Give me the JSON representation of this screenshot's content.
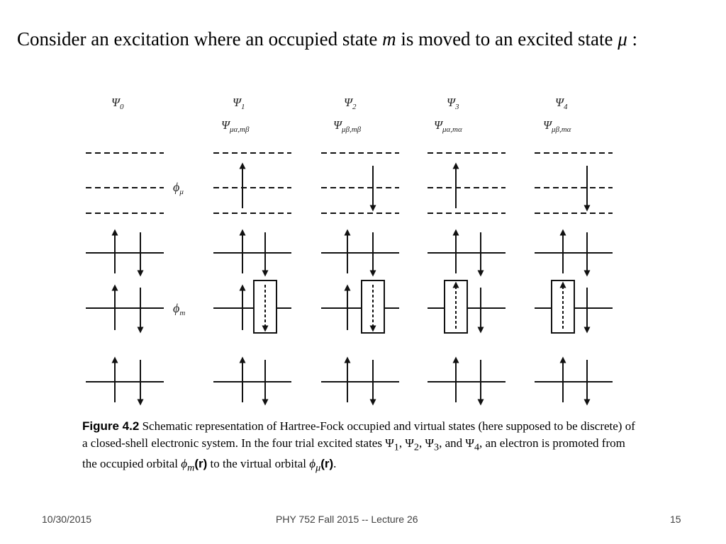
{
  "slide": {
    "title_pre": "Consider an excitation where an occupied state ",
    "title_m": "m",
    "title_mid": " is moved to an excited state ",
    "title_mu": "μ",
    "title_post": " :"
  },
  "figure": {
    "columns": [
      {
        "psi": "Ψ",
        "psi_sub": "0",
        "spin_label": "",
        "spin_sub": ""
      },
      {
        "psi": "Ψ",
        "psi_sub": "1",
        "spin_label": "Ψ",
        "spin_sub": "μα,mβ"
      },
      {
        "psi": "Ψ",
        "psi_sub": "2",
        "spin_label": "Ψ",
        "spin_sub": "μβ,mβ"
      },
      {
        "psi": "Ψ",
        "psi_sub": "3",
        "spin_label": "Ψ",
        "spin_sub": "μα,mα"
      },
      {
        "psi": "Ψ",
        "psi_sub": "4",
        "spin_label": "Ψ",
        "spin_sub": "μβ,mα"
      }
    ],
    "phi_mu_label": "ϕ",
    "phi_mu_sub": "μ",
    "phi_m_label": "ϕ",
    "phi_m_sub": "m"
  },
  "caption": {
    "label": "Figure 4.2",
    "line1": " Schematic representation of Hartree-Fock occupied and virtual states (here supposed to be discrete) of a closed-shell electronic system. In the four trial excited states Ψ",
    "s1": "1",
    "c1": ", Ψ",
    "s2": "2",
    "c2": ", Ψ",
    "s3": "3",
    "c3": ", and Ψ",
    "s4": "4",
    "c4": ", an electron is promoted from the occupied orbital ",
    "phi_m": "ϕ",
    "phi_m_sub": "m",
    "r1": "(r)",
    "c5": " to the virtual orbital ",
    "phi_mu": "ϕ",
    "phi_mu_sub": "μ",
    "r2": "(r)",
    "end": "."
  },
  "footer": {
    "date": "10/30/2015",
    "course": "PHY 752  Fall 2015 -- Lecture 26",
    "page": "15"
  }
}
